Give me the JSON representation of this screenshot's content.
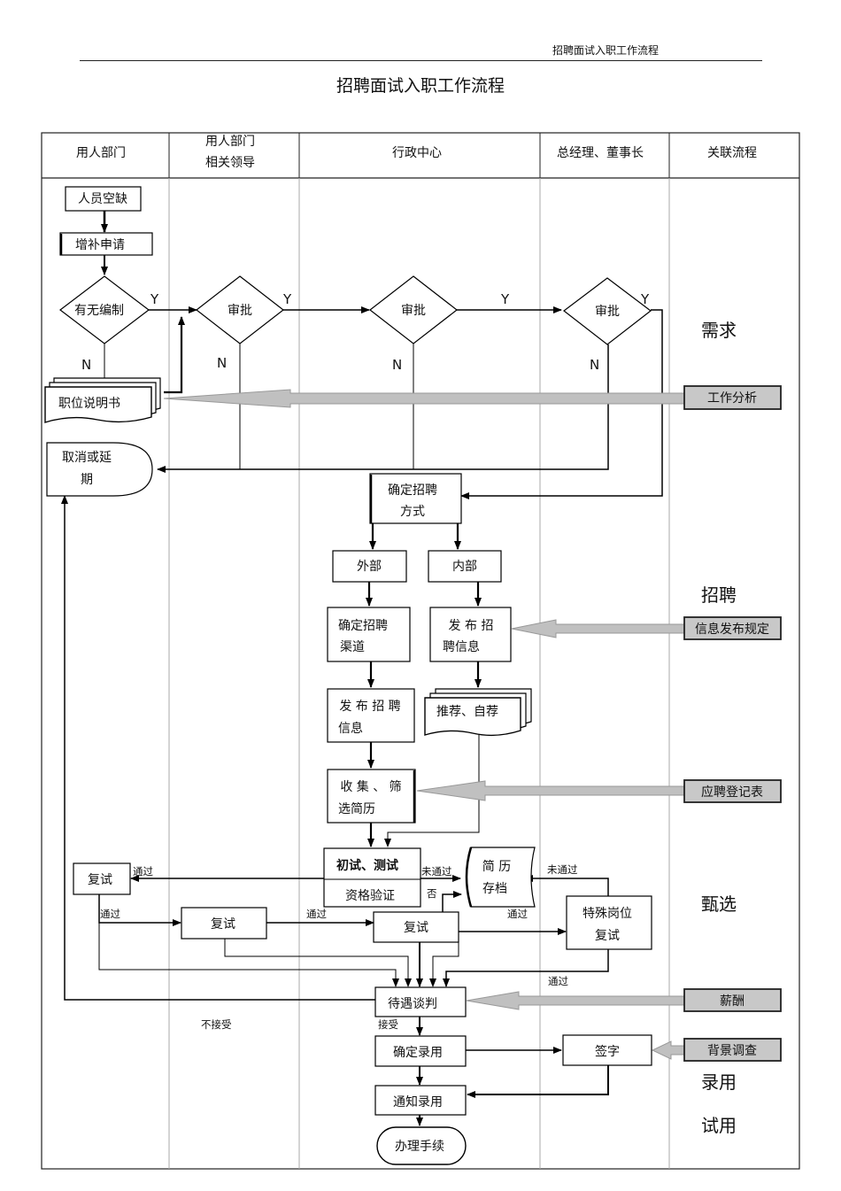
{
  "header": {
    "running_title": "招聘面试入职工作流程"
  },
  "title": "招聘面试入职工作流程",
  "lanes": {
    "dept": "用人部门",
    "leader_line1": "用人部门",
    "leader_line2": "相关领导",
    "admin": "行政中心",
    "gm": "总经理、董事长",
    "related": "关联流程"
  },
  "stages": {
    "demand": "需求",
    "recruit": "招聘",
    "select": "甄选",
    "hire": "录用",
    "trial": "试用"
  },
  "nodes": {
    "vacancy": "人员空缺",
    "apply": "增补申请",
    "quota": "有无编制",
    "approve": "审批",
    "job_desc": "职位说明书",
    "cancel_1": "取消或延",
    "cancel_2": "期",
    "method_1": "确定招聘",
    "method_2": "方式",
    "external": "外部",
    "internal": "内部",
    "channel_1": "确定招聘",
    "channel_2": "渠道",
    "pub_int_1": "发 布 招",
    "pub_int_2": "聘信息",
    "pub_ext_1": "发 布 招 聘",
    "pub_ext_2": "信息",
    "recommend": "推荐、自荐",
    "collect_1": "收 集 、 筛",
    "collect_2": "选简历",
    "interview_1": "初试、测试",
    "interview_2": "资格验证",
    "archive_1": "简 历",
    "archive_2": "存档",
    "retest": "复试",
    "special_1": "特殊岗位",
    "special_2": "复试",
    "negotiate": "待遇谈判",
    "confirm": "确定录用",
    "sign": "签字",
    "notify": "通知录用",
    "procedure": "办理手续"
  },
  "labels": {
    "yes": "Y",
    "no": "N",
    "pass": "通过",
    "not_pass": "未通过",
    "fail": "否",
    "accept": "接受",
    "not_accept": "不接受"
  },
  "related": {
    "job_analysis": "工作分析",
    "info_rules": "信息发布规定",
    "app_form": "应聘登记表",
    "salary": "薪酬",
    "background": "背景调查"
  },
  "colors": {
    "related_box": "#c8c8c8",
    "feed_arrow": "#c0c0c0",
    "lane_divider": "#aaaaaa"
  }
}
